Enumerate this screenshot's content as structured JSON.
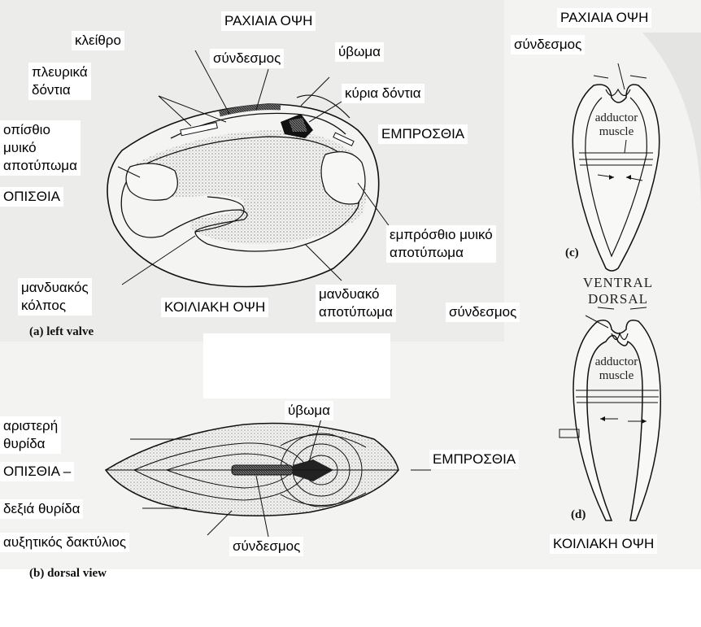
{
  "labels": {
    "kleithro": "κλείθρο",
    "plevrika_dontia": "πλευρικά\nδόντια",
    "syndesmos_top": "σύνδεσμος",
    "rachiaia_opsi_a": "ΡΑΧΙΑΙΑ ΟΨΗ",
    "yvoma_top": "ύβωμα",
    "kyria_dontia": "κύρια δόντια",
    "emprosthia_a": "ΕΜΠΡΟΣΘΙΑ",
    "opisthio_myiko": "οπίσθιο\nμυικό\nαποτύπωμα",
    "opisthia_a": "ΟΠΙΣΘΙΑ",
    "emprosthio_myiko": "εμπρόσθιο μυικό\nαποτύπωμα",
    "mandyakos_kolpos": "μανδυακός\nκόλπος",
    "koiliaki_opsi_a": "ΚΟΙΛΙΑΚΗ ΟΨΗ",
    "mandyako_apotypoma": "μανδυακό\nαποτύπωμα",
    "aristeri_thyrida": "αριστερή\nθυρίδα",
    "opisthia_b": "ΟΠΙΣΘΙΑ –",
    "yvoma_b": "ύβωμα",
    "emprosthia_b": "ΕΜΠΡΟΣΘΙΑ",
    "dexia_thyrida": "δεξιά θυρίδα",
    "afxitikos_daktylios": "αυξητικός δακτύλιος",
    "syndesmos_b": "σύνδεσμος",
    "rachiaia_opsi_c": "ΡΑΧΙΑΙΑ ΟΨΗ",
    "syndesmos_c": "σύνδεσμος",
    "syndesmos_d": "σύνδεσμος",
    "koiliaki_opsi_d": "ΚΟΙΛΙΑΚΗ ΟΨΗ"
  },
  "captions": {
    "a": "(a)  left valve",
    "b": "(b)  dorsal view",
    "c": "(c)",
    "d": "(d)",
    "adductor_c": "adductor\nmuscle",
    "adductor_d": "adductor\nmuscle",
    "ventral_dorsal": "VENTRAL\nDORSAL"
  }
}
